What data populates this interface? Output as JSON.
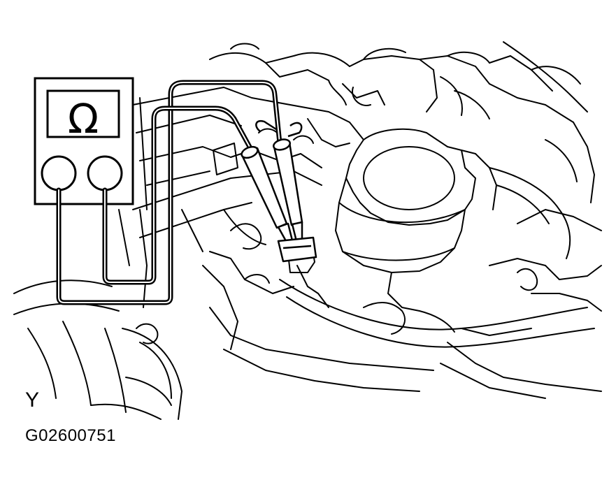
{
  "meter": {
    "symbol": "Ω"
  },
  "corner_label": "Y",
  "figure_code": "G02600751"
}
